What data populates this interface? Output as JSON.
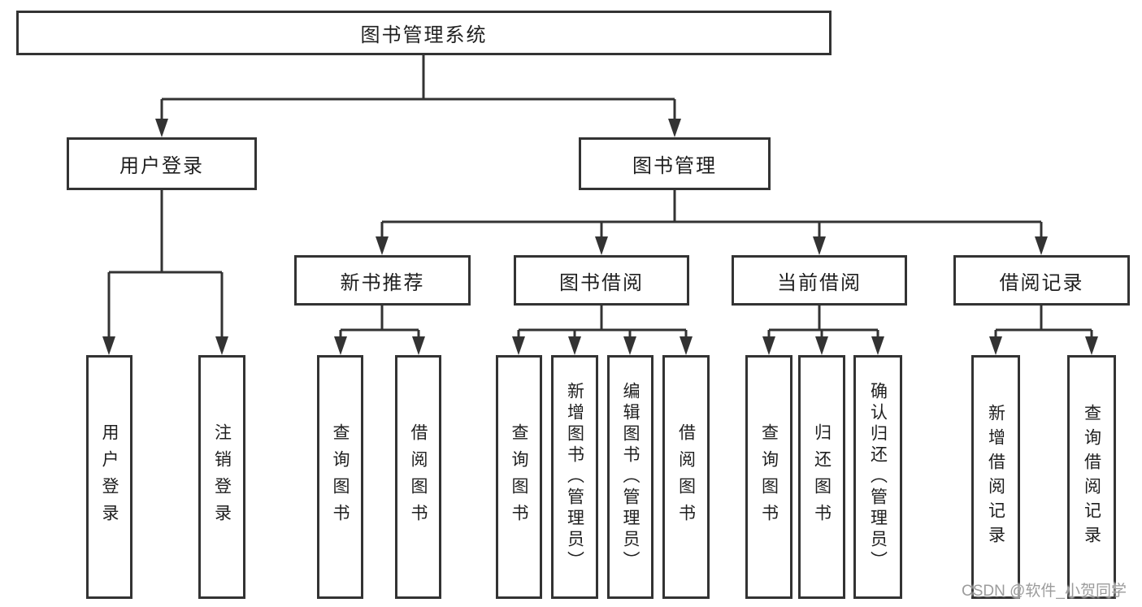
{
  "diagram": {
    "tree": {
      "label": "图书管理系统",
      "children": [
        {
          "label": "用户登录",
          "children": [
            {
              "label": "用户登录"
            },
            {
              "label": "注销登录"
            }
          ]
        },
        {
          "label": "图书管理",
          "children": [
            {
              "label": "新书推荐",
              "children": [
                {
                  "label": "查询图书"
                },
                {
                  "label": "借阅图书"
                }
              ]
            },
            {
              "label": "图书借阅",
              "children": [
                {
                  "label": "查询图书"
                },
                {
                  "label": "新增图书（管理员）"
                },
                {
                  "label": "编辑图书（管理员）"
                },
                {
                  "label": "借阅图书"
                }
              ]
            },
            {
              "label": "当前借阅",
              "children": [
                {
                  "label": "查询图书"
                },
                {
                  "label": "归还图书"
                },
                {
                  "label": "确认归还（管理员）"
                }
              ]
            },
            {
              "label": "借阅记录",
              "children": [
                {
                  "label": "新增借阅记录"
                },
                {
                  "label": "查询借阅记录"
                }
              ]
            }
          ]
        }
      ]
    }
  },
  "watermark": {
    "text": "CSDN @软件_小贺同学"
  },
  "colors": {
    "line": "#333333",
    "text": "#1f1f1f",
    "background": "#ffffff",
    "watermark": "#9c9c9c"
  }
}
